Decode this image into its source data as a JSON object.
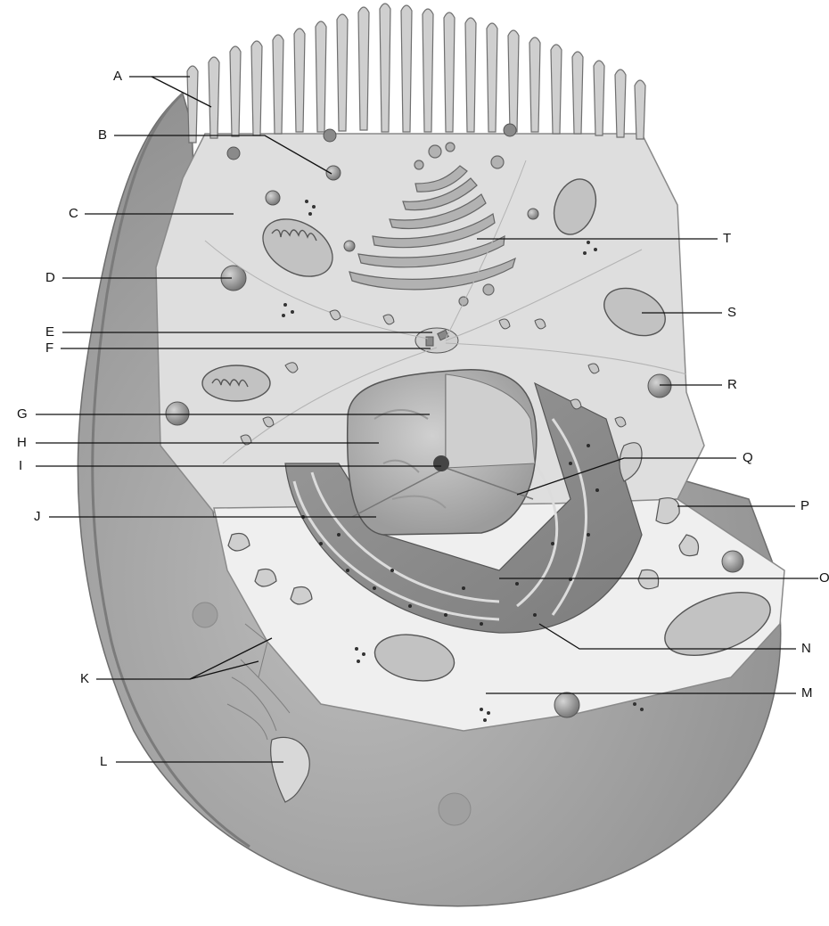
{
  "labels": [
    {
      "id": "A",
      "text": "A"
    },
    {
      "id": "B",
      "text": "B"
    },
    {
      "id": "C",
      "text": "C"
    },
    {
      "id": "D",
      "text": "D"
    },
    {
      "id": "E",
      "text": "E"
    },
    {
      "id": "F",
      "text": "F"
    },
    {
      "id": "G",
      "text": "G"
    },
    {
      "id": "H",
      "text": "H"
    },
    {
      "id": "I",
      "text": "I"
    },
    {
      "id": "J",
      "text": "J"
    },
    {
      "id": "K",
      "text": "K"
    },
    {
      "id": "L",
      "text": "L"
    },
    {
      "id": "M",
      "text": "M"
    },
    {
      "id": "N",
      "text": "N"
    },
    {
      "id": "O",
      "text": "O"
    },
    {
      "id": "P",
      "text": "P"
    },
    {
      "id": "Q",
      "text": "Q"
    },
    {
      "id": "R",
      "text": "R"
    },
    {
      "id": "S",
      "text": "S"
    },
    {
      "id": "T",
      "text": "T"
    }
  ],
  "colors": {
    "cell_surface": "#a7a7a7",
    "cytoplasm": "#dcdcdc",
    "cut_face": "#eeeeee",
    "nucleus": "#bdbdbd",
    "organelle": "#9a9a9a",
    "leader_line": "#111111"
  }
}
